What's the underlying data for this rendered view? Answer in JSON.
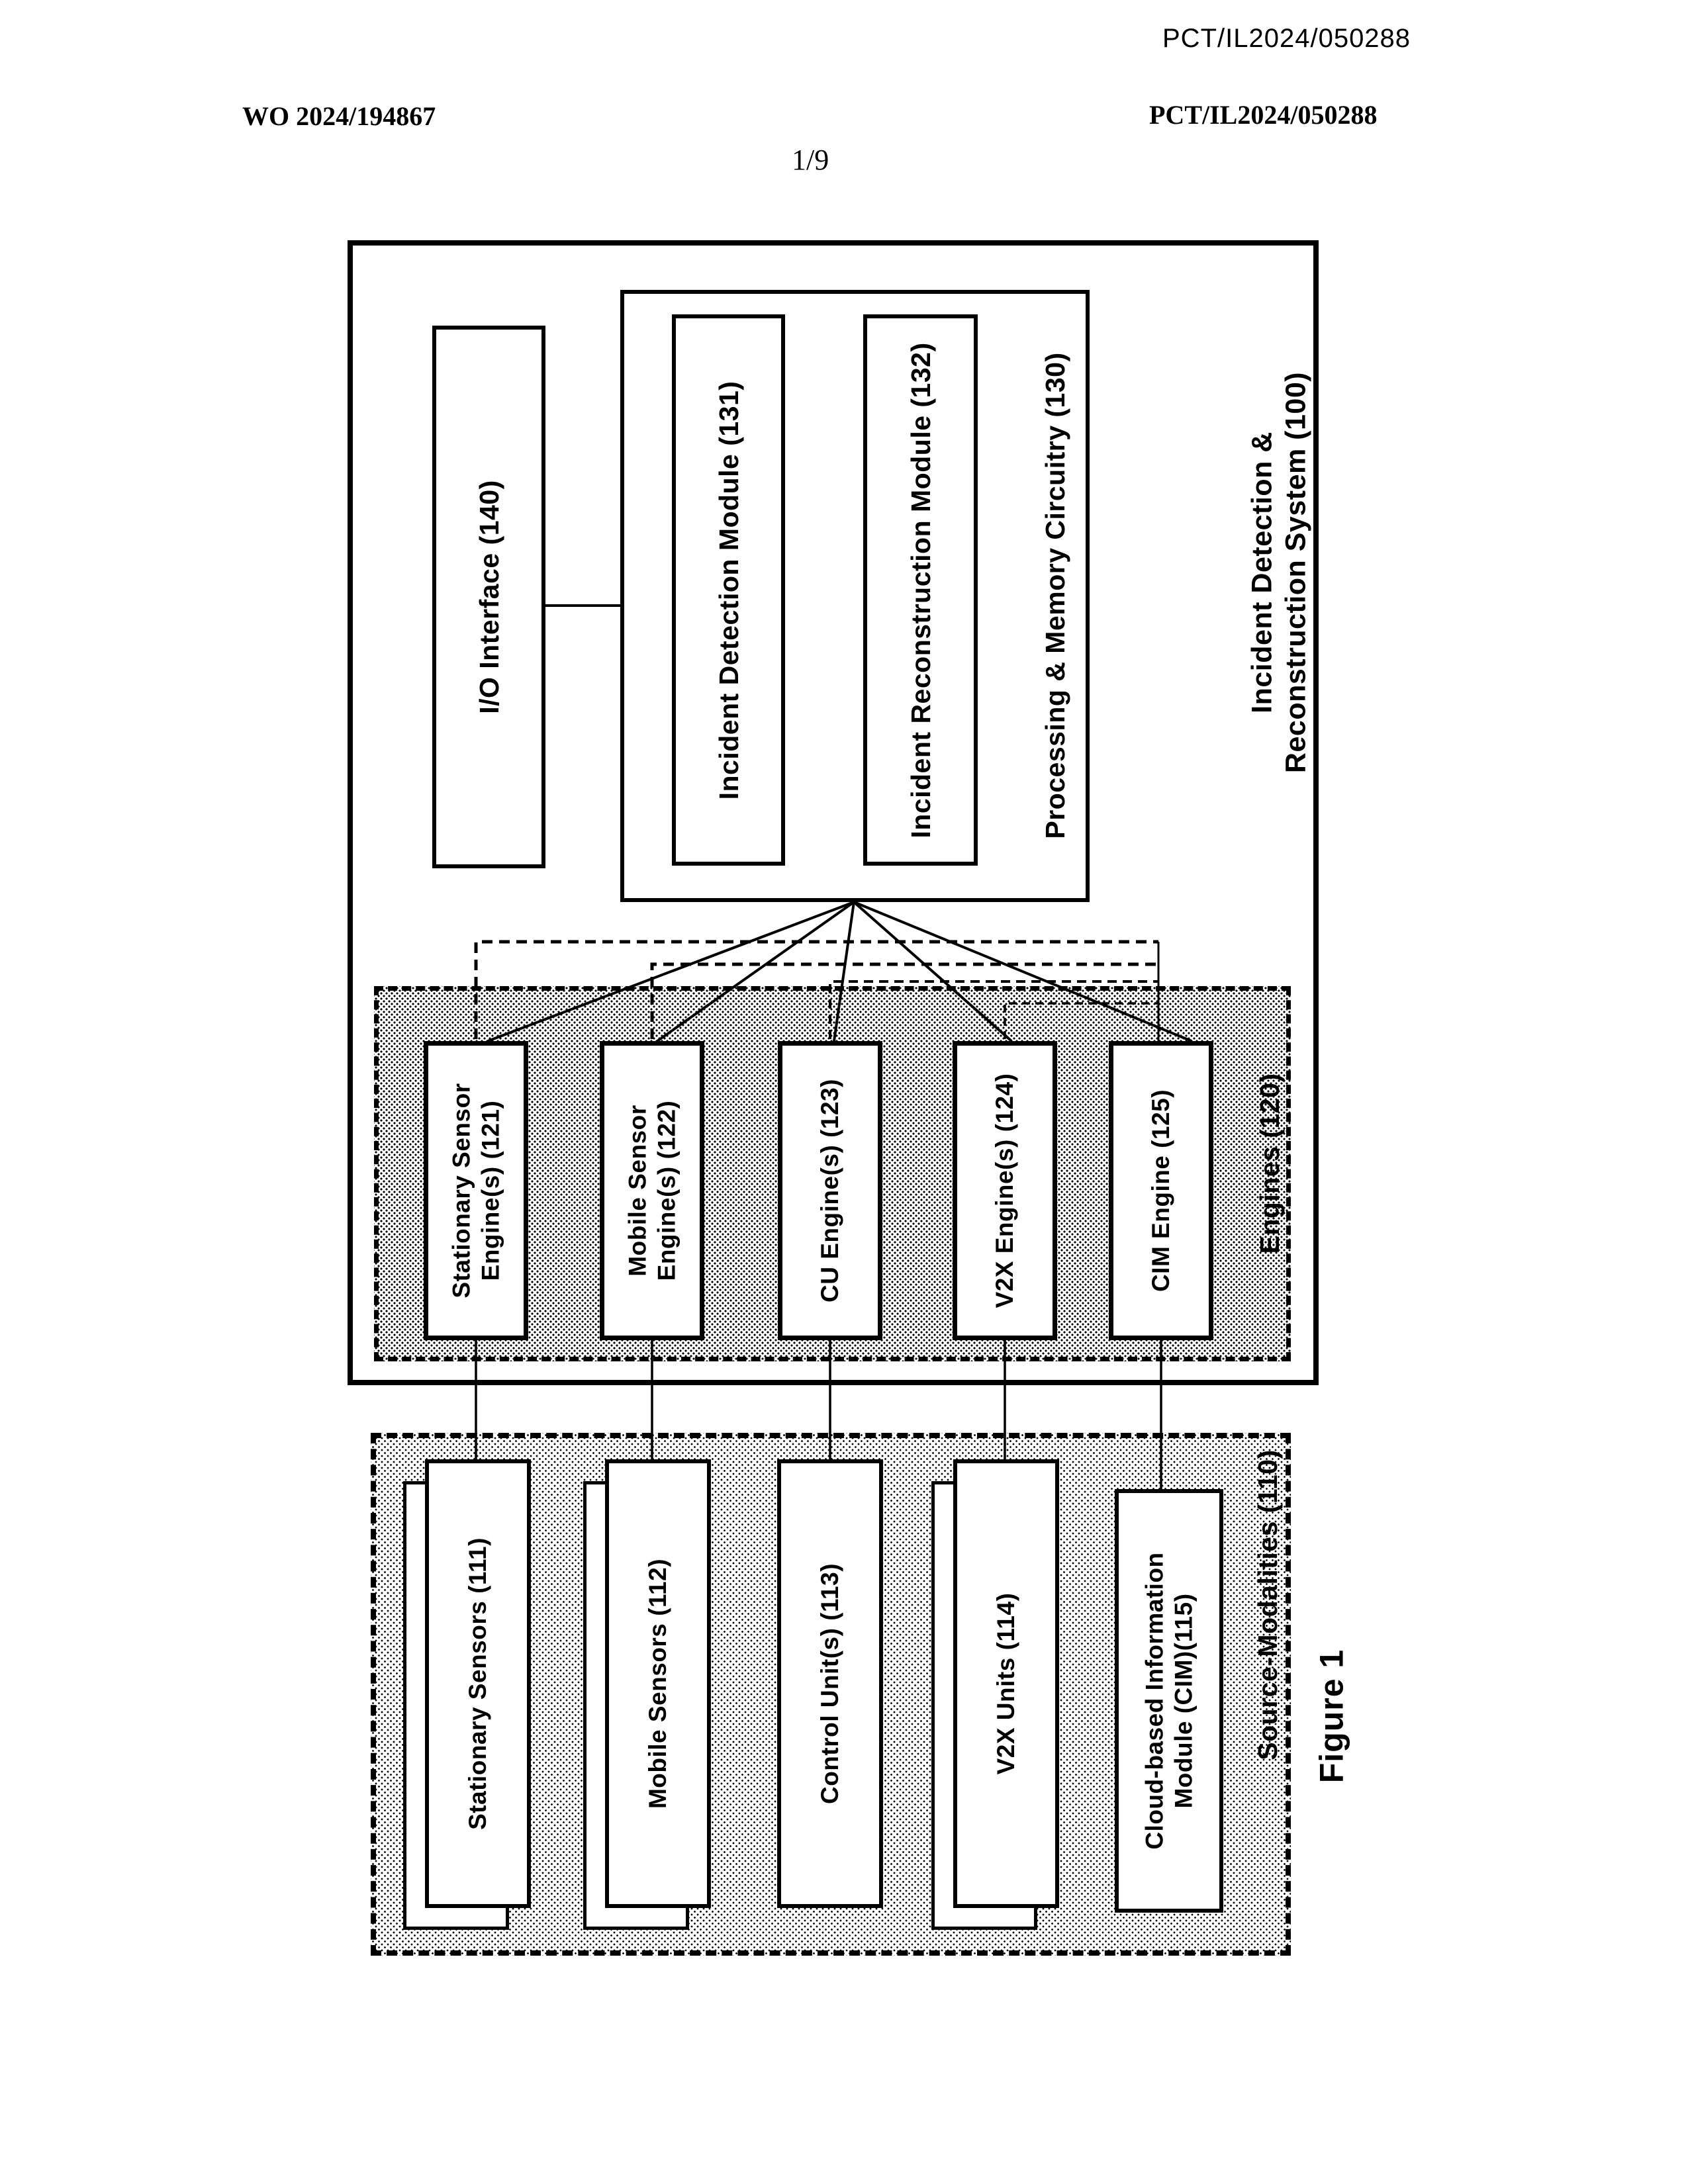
{
  "header": {
    "pct_top_right": "PCT/IL2024/050288",
    "wo_number": "WO 2024/194867",
    "pct_right": "PCT/IL2024/050288",
    "page_number": "1/9"
  },
  "figure_caption": "Figure 1",
  "system": {
    "label": "Incident Detection & Reconstruction System (100)"
  },
  "io_interface": {
    "label": "I/O Interface (140)"
  },
  "processing": {
    "label": "Processing & Memory Circuitry (130)",
    "modules": [
      {
        "label": "Incident Detection Module (131)"
      },
      {
        "label": "Incident Reconstruction Module (132)"
      }
    ]
  },
  "engines": {
    "label": "Engines (120)",
    "items": [
      {
        "label": "Stationary Sensor\nEngine(s) (121)"
      },
      {
        "label": "Mobile Sensor\nEngine(s) (122)"
      },
      {
        "label": "CU Engine(s) (123)"
      },
      {
        "label": "V2X Engine(s) (124)"
      },
      {
        "label": "CIM Engine (125)"
      }
    ]
  },
  "source_modalities": {
    "label": "Source-Modalities (110)",
    "items": [
      {
        "label": "Stationary Sensors (111)",
        "stacked": true
      },
      {
        "label": "Mobile Sensors (112)",
        "stacked": true
      },
      {
        "label": "Control Unit(s) (113)",
        "stacked": false
      },
      {
        "label": "V2X Units (114)",
        "stacked": true
      },
      {
        "label": "Cloud-based Information\nModule (CIM)(115)",
        "stacked": false
      }
    ]
  }
}
